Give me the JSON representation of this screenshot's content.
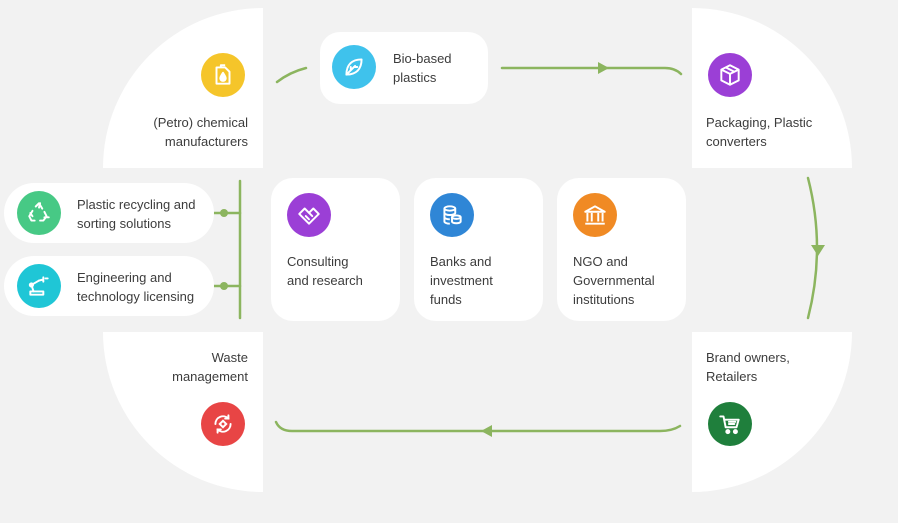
{
  "nodes": {
    "petro": {
      "label": "(Petro) chemical\nmanufacturers",
      "color": "#f5c52a",
      "icon": "fuel-can-icon"
    },
    "bio": {
      "label": "Bio-based\nplastics",
      "color": "#3fc2ec",
      "icon": "leaf-icon"
    },
    "packaging": {
      "label": "Packaging, Plastic\nconverters",
      "color": "#9b3fd6",
      "icon": "package-icon"
    },
    "brand": {
      "label": "Brand owners,\nRetailers",
      "color": "#1f7f3c",
      "icon": "shopping-cart-icon"
    },
    "waste": {
      "label": "Waste\nmanagement",
      "color": "#e84545",
      "icon": "waste-cycle-icon"
    },
    "recycling": {
      "label": "Plastic recycling and\nsorting solutions",
      "color": "#47c985",
      "icon": "recycle-icon"
    },
    "engineering": {
      "label": "Engineering and\ntechnology licensing",
      "color": "#1fc6d6",
      "icon": "robot-arm-icon"
    },
    "consulting": {
      "label": "Consulting\nand research",
      "color": "#9b3fd6",
      "icon": "handshake-icon"
    },
    "banks": {
      "label": "Banks and\ninvestment\nfunds",
      "color": "#2f86d6",
      "icon": "coins-icon"
    },
    "ngo": {
      "label": "NGO and\nGovernmental\ninstitutions",
      "color": "#f08a24",
      "icon": "institution-icon"
    }
  },
  "colors": {
    "line": "#8cb55f",
    "background": "#f2f2f2",
    "card": "#ffffff"
  }
}
